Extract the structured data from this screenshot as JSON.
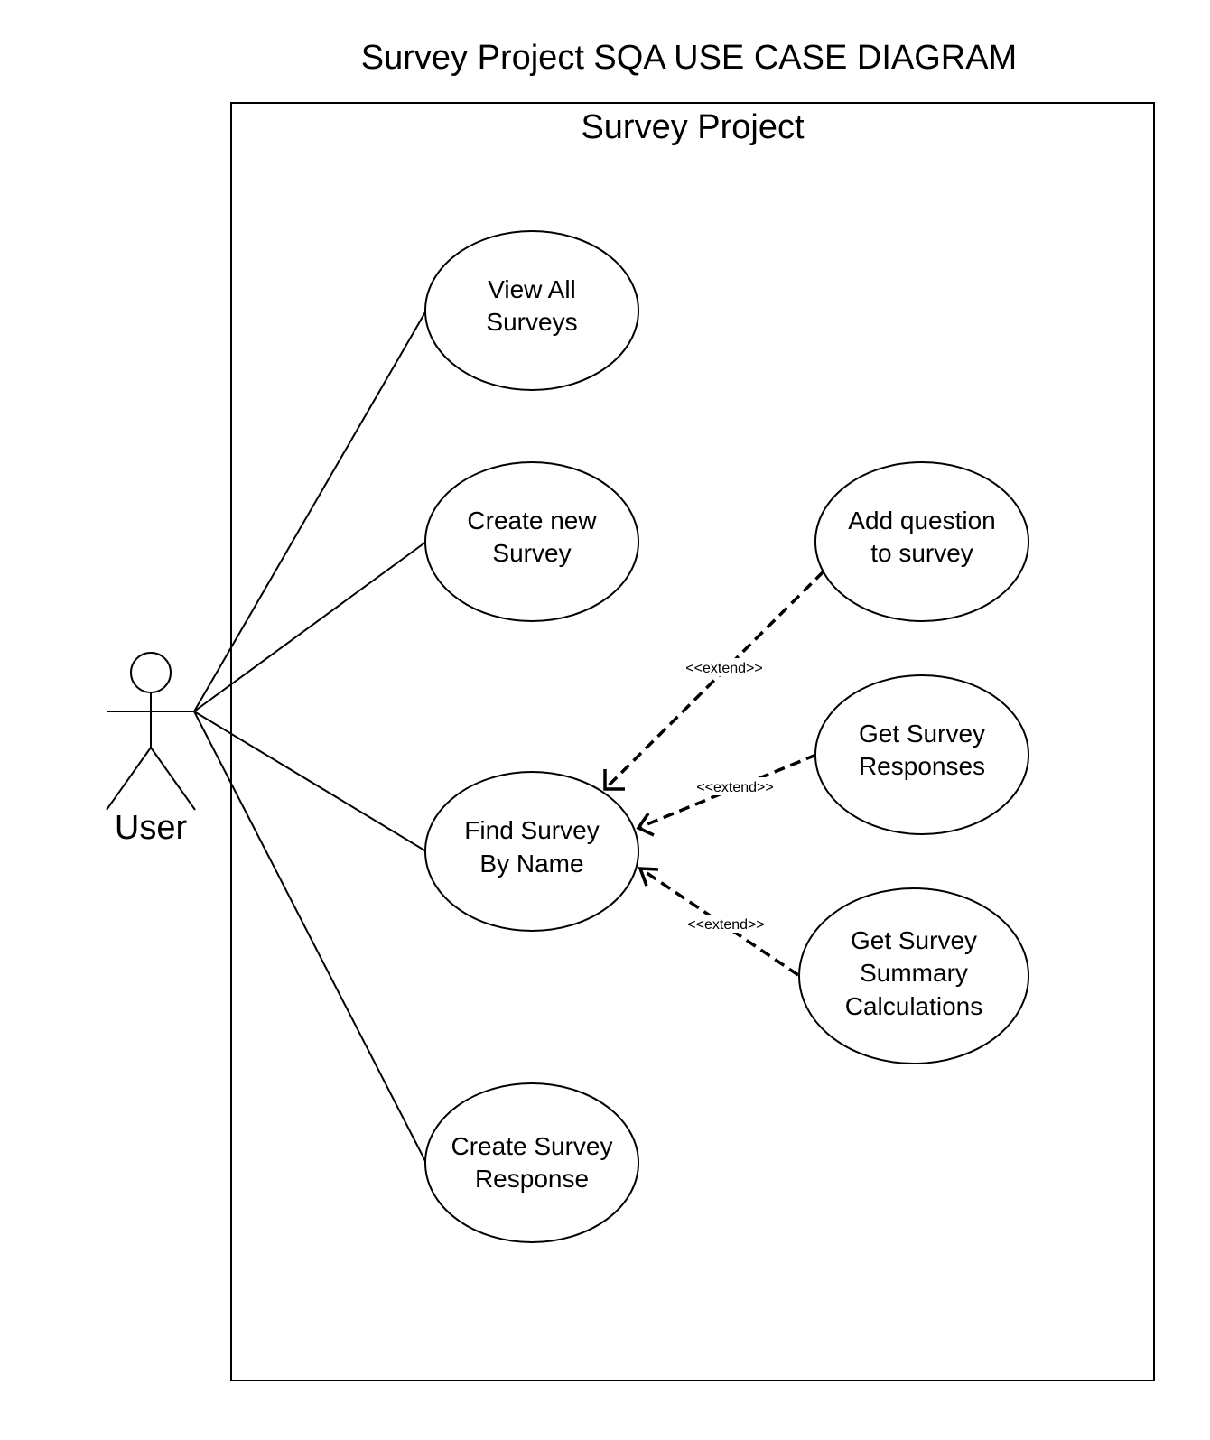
{
  "diagram_title": "Survey Project SQA USE CASE DIAGRAM",
  "system": {
    "title": "Survey Project"
  },
  "actor": {
    "name": "User"
  },
  "use_cases": [
    {
      "id": "view-all-surveys",
      "lines": [
        "View All",
        "Surveys"
      ]
    },
    {
      "id": "create-new-survey",
      "lines": [
        "Create new",
        "Survey"
      ]
    },
    {
      "id": "find-survey-by-name",
      "lines": [
        "Find Survey",
        "By Name"
      ]
    },
    {
      "id": "create-survey-response",
      "lines": [
        "Create Survey",
        "Response"
      ]
    },
    {
      "id": "add-question-to-survey",
      "lines": [
        "Add question",
        "to survey"
      ]
    },
    {
      "id": "get-survey-responses",
      "lines": [
        "Get Survey",
        "Responses"
      ]
    },
    {
      "id": "get-survey-summary-calculations",
      "lines": [
        "Get Survey",
        "Summary",
        "Calculations"
      ]
    }
  ],
  "relationships": [
    {
      "from": "add-question-to-survey",
      "to": "find-survey-by-name",
      "label": "<<extend>>"
    },
    {
      "from": "get-survey-responses",
      "to": "find-survey-by-name",
      "label": "<<extend>>"
    },
    {
      "from": "get-survey-summary-calculations",
      "to": "find-survey-by-name",
      "label": "<<extend>>"
    }
  ]
}
